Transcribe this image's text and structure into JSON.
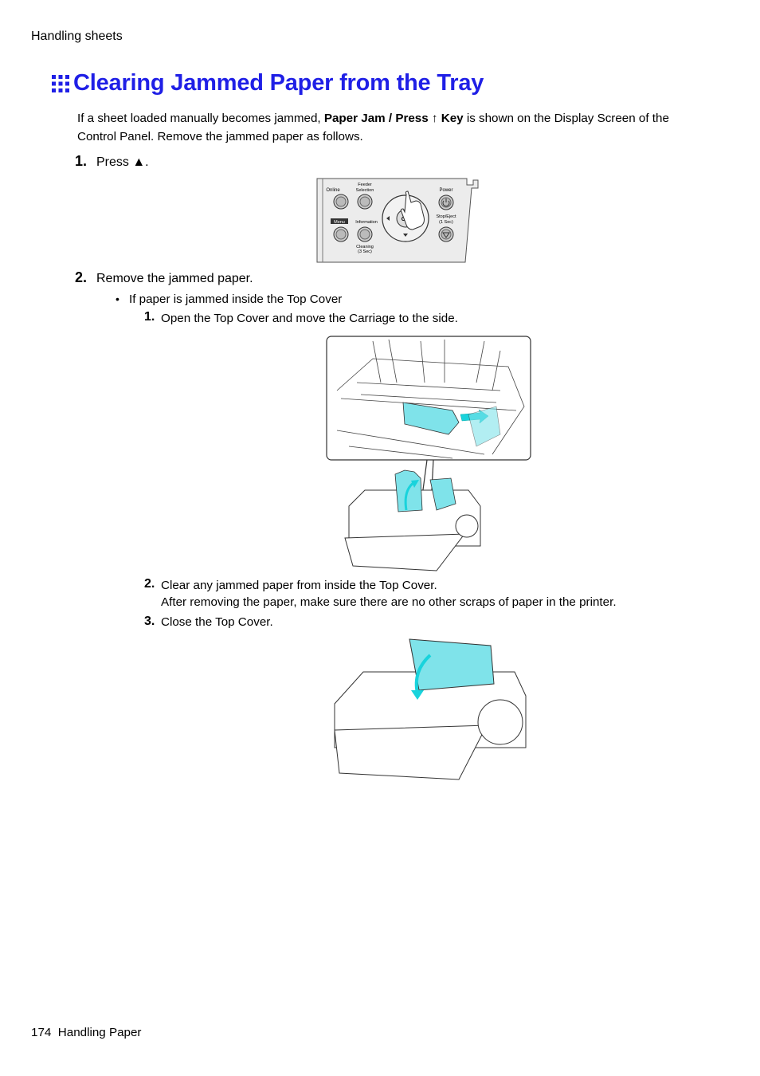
{
  "header": {
    "running_title": "Handling sheets"
  },
  "section": {
    "title": "Clearing Jammed Paper from the Tray"
  },
  "intro": {
    "part1": "If a sheet loaded manually becomes jammed, ",
    "bold": "Paper Jam / Press ↑ Key",
    "part2": " is shown on the Display Screen of the Control Panel.  Remove the jammed paper as follows."
  },
  "steps": [
    {
      "num": "1.",
      "text": "Press ▲."
    },
    {
      "num": "2.",
      "text": "Remove the jammed paper."
    }
  ],
  "bullet": {
    "symbol": "•",
    "text": "If paper is jammed inside the Top Cover"
  },
  "substeps": [
    {
      "num": "1.",
      "text": "Open the Top Cover and move the Carriage to the side."
    },
    {
      "num": "2.",
      "text": "Clear any jammed paper from inside the Top Cover.",
      "note": "After removing the paper, make sure there are no other scraps of paper in the printer."
    },
    {
      "num": "3.",
      "text": "Close the Top Cover."
    }
  ],
  "control_panel": {
    "online": "Online",
    "feeder1": "Feeder",
    "feeder2": "Selection",
    "power": "Power",
    "menu": "Menu",
    "information": "Information",
    "ok": "OK",
    "stop1": "Stop/Eject",
    "stop2": "(1 Sec)",
    "cleaning1": "Cleaning",
    "cleaning2": "(3 Sec)"
  },
  "footer": {
    "page_number": "174",
    "chapter": "Handling Paper"
  },
  "colors": {
    "title": "#1f1fe6",
    "highlight": "#7fe3ea",
    "arrow": "#19d3dc"
  }
}
